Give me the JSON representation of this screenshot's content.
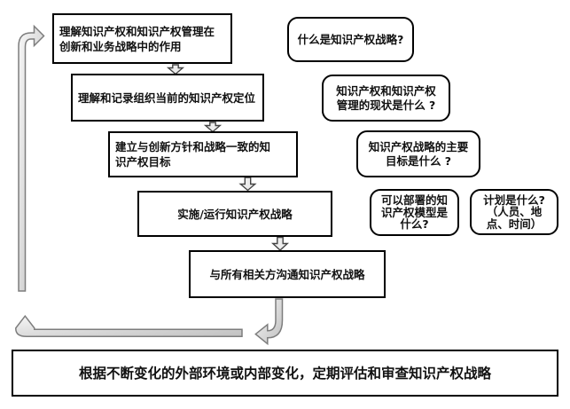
{
  "colors": {
    "background": "#ffffff",
    "box_border": "#000000",
    "text": "#111111",
    "arrow_fill_light": "#f6f6f6",
    "arrow_fill_dark": "#c0c0c0",
    "arrow_stroke": "#7d7d7d",
    "connector_fill": "#ededed",
    "connector_stroke": "#444444"
  },
  "flow_steps": [
    {
      "label": "理解知识产权和知识产权管理在\n创新和业务战略中的作用"
    },
    {
      "label": "理解和记录组织当前的知识产权定位"
    },
    {
      "label": "建立与创新方针和战略一致的知\n识产权目标"
    },
    {
      "label": "实施/运行知识产权战略"
    },
    {
      "label": "与所有相关方沟通知识产权战略"
    }
  ],
  "questions": [
    {
      "label": "什么是知识产权战略?"
    },
    {
      "label": "知识产权和知识产权\n管理的现状是什么 ?"
    },
    {
      "label": "知识产权战略的主要\n目标是什么 ?"
    },
    {
      "label": "可以部署的知\n识产权模型是\n什么?"
    },
    {
      "label": "计划是什么?\n（人员、地\n点、时间）"
    }
  ],
  "review": {
    "label": "根据不断变化的外部环境或内部变化，定期评估和审查知识产权战略"
  }
}
